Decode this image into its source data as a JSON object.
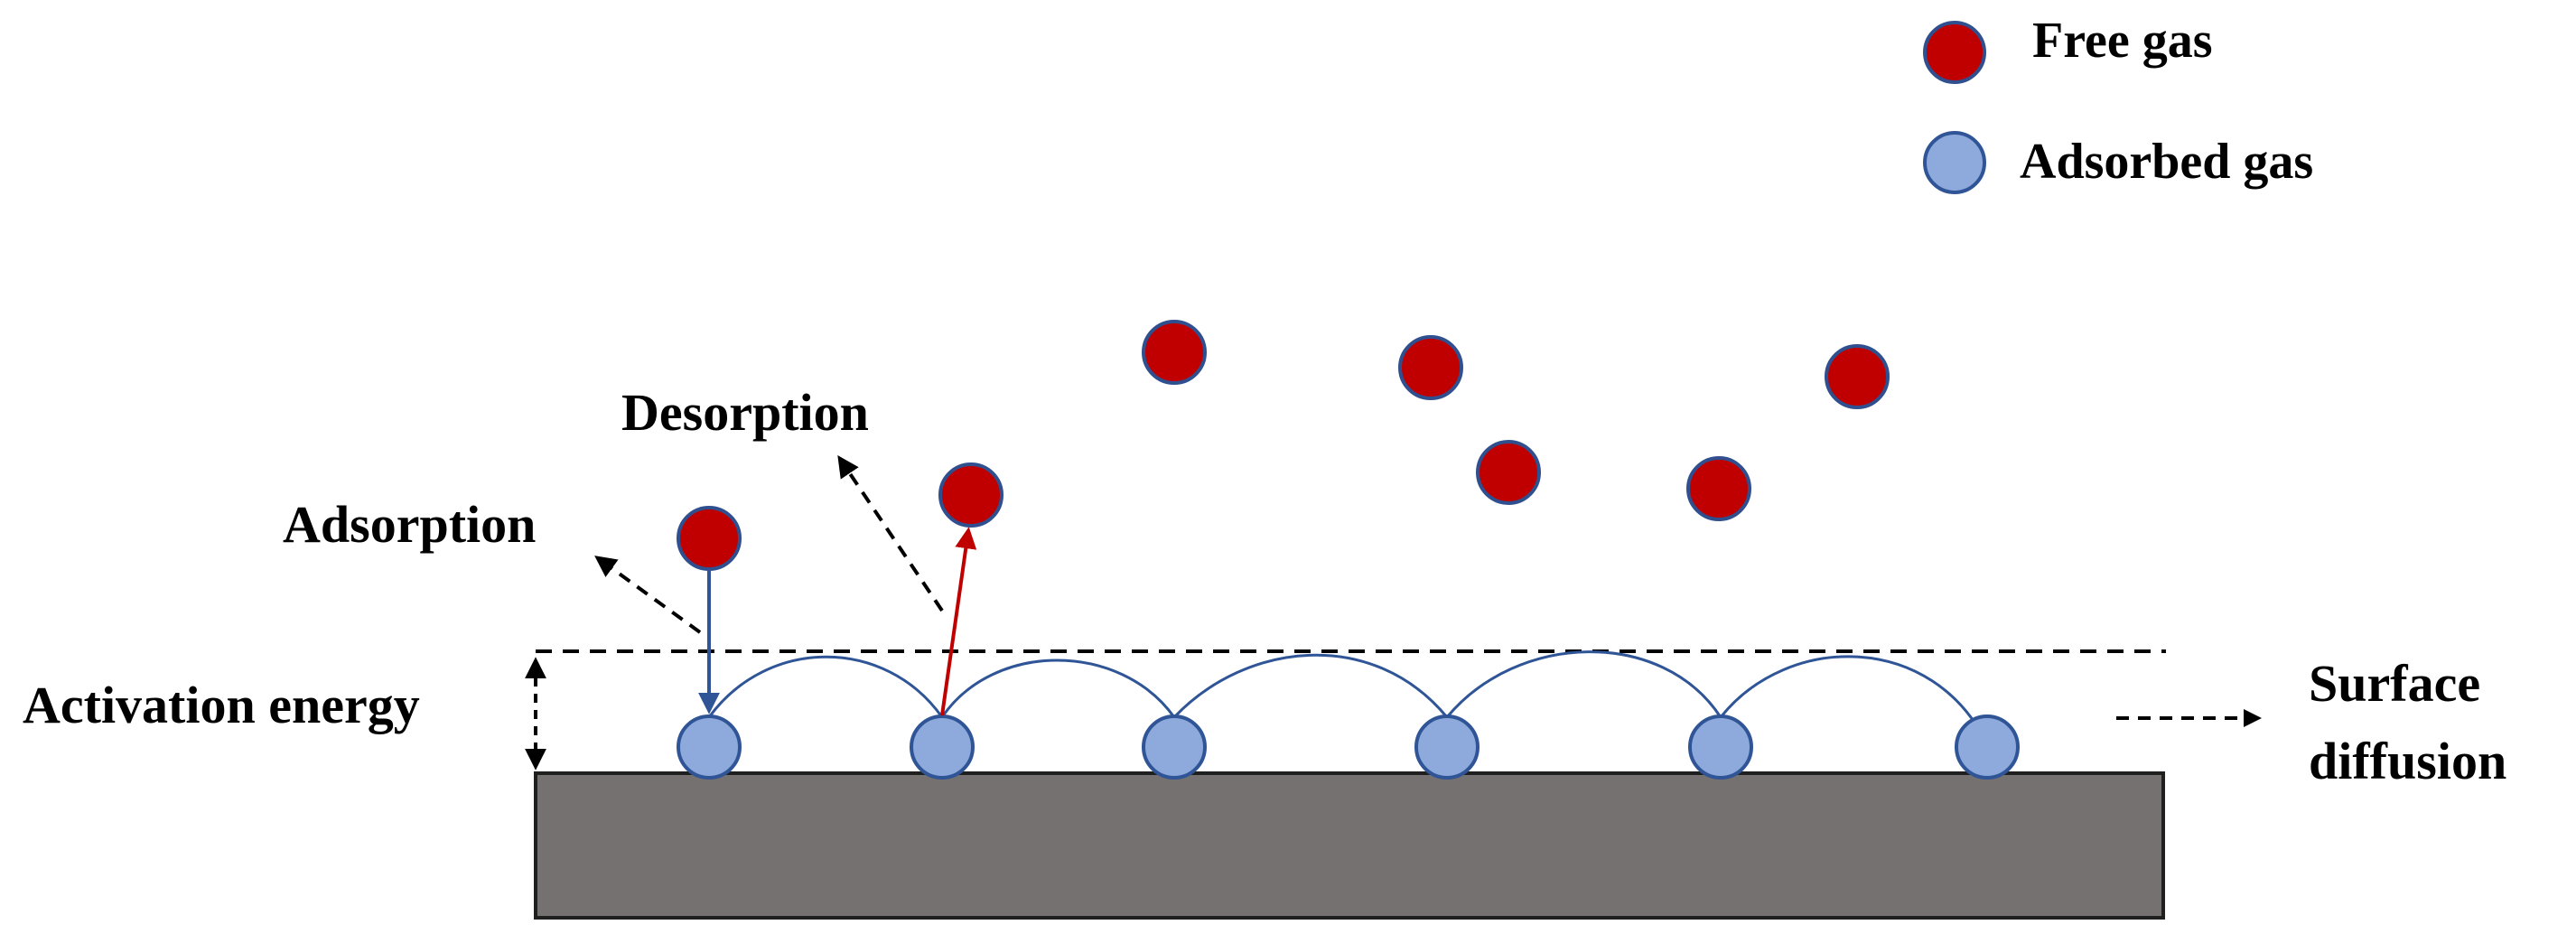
{
  "legend": {
    "free_gas_label": "Free gas",
    "adsorbed_gas_label": "Adsorbed gas"
  },
  "labels": {
    "desorption": "Desorption",
    "adsorption": "Adsorption",
    "activation_energy": "Activation energy",
    "surface_diffusion_line1": "Surface",
    "surface_diffusion_line2": "diffusion"
  },
  "colors": {
    "free_gas_fill": "#C00000",
    "free_gas_stroke": "#2F4F8F",
    "adsorbed_gas_fill": "#8EA9DB",
    "adsorbed_gas_stroke": "#2F5597",
    "substrate_fill": "#767171",
    "adsorption_arrow": "#2F5597",
    "desorption_arrow": "#C00000",
    "hop_arc": "#2F5597",
    "dashed": "#000000"
  },
  "icons": {
    "free_gas": "red-circle",
    "adsorbed_gas": "blue-circle"
  }
}
